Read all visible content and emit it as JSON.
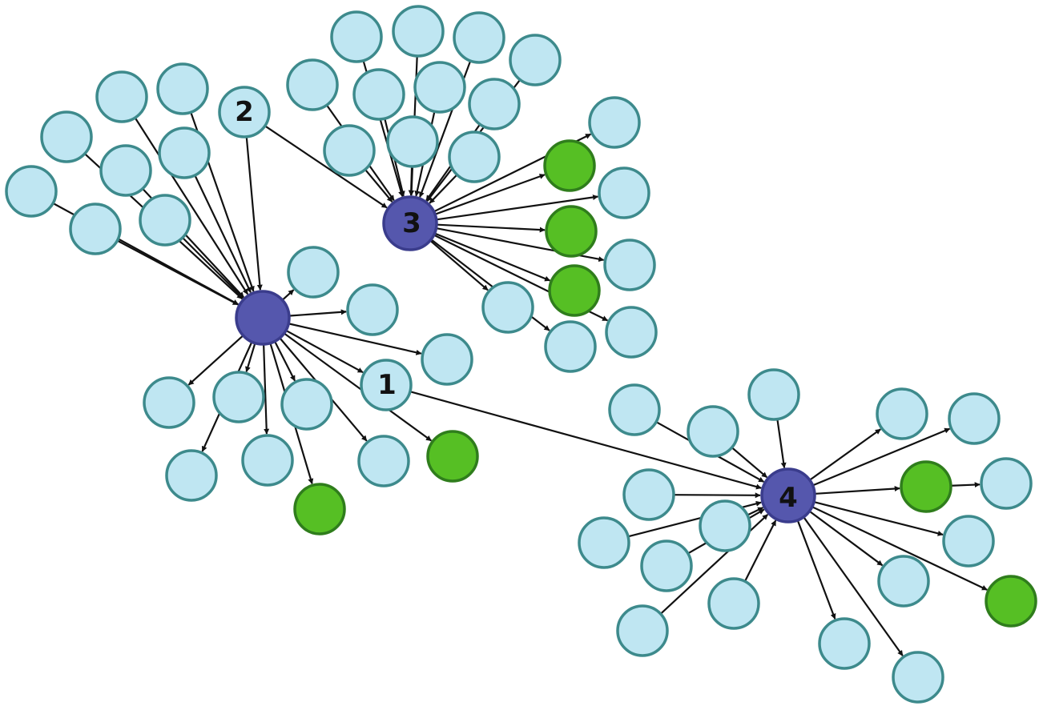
{
  "diagram": {
    "type": "directed-network",
    "colors": {
      "hub_fill": "#5557ad",
      "hub_stroke": "#3a3c8c",
      "leaf_fill": "#bfe6f2",
      "leaf_stroke": "#3d8a8c",
      "highlight_fill": "#56bf24",
      "highlight_stroke": "#2f7d1c",
      "edge": "#111111"
    },
    "node_types": [
      "hub",
      "leaf",
      "highlight"
    ],
    "labels": {
      "hub_3": "3",
      "hub_4": "4",
      "leaf_1": "1",
      "leaf_2": "2"
    }
  }
}
